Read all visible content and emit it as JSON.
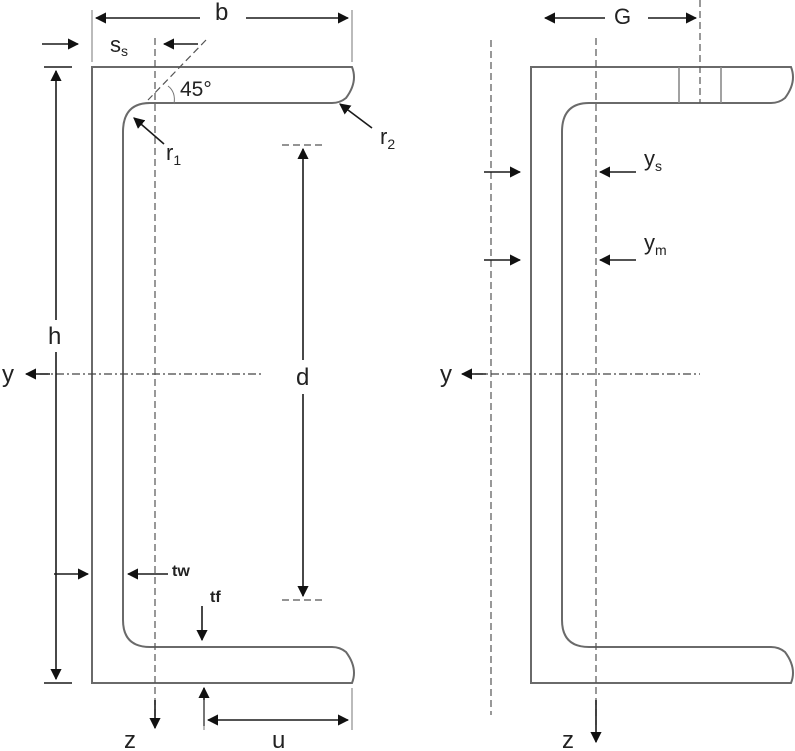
{
  "labels": {
    "b": "b",
    "ss": "s",
    "ss_sub": "s",
    "angle": "45°",
    "r1": "r",
    "r1_sub": "1",
    "r2": "r",
    "r2_sub": "2",
    "h": "h",
    "d": "d",
    "y_left": "y",
    "z_left": "z",
    "tw": "tw",
    "tf": "tf",
    "u": "u",
    "G": "G",
    "ys": "y",
    "ys_sub": "s",
    "ym": "y",
    "ym_sub": "m",
    "y_right": "y",
    "z_right": "z"
  }
}
